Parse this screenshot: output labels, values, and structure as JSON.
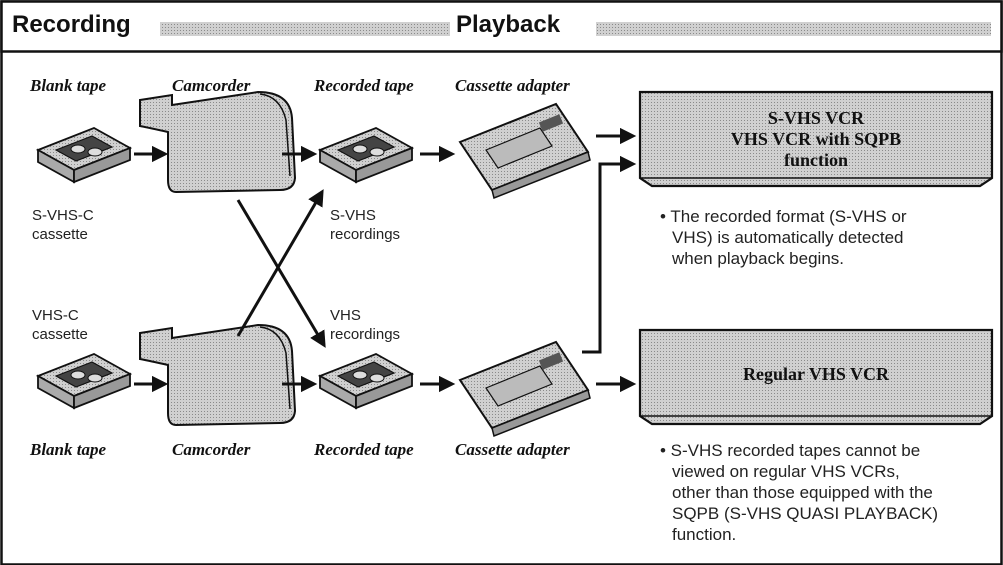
{
  "header": {
    "recording": "Recording",
    "playback": "Playback"
  },
  "top_row": {
    "blank_tape": "Blank tape",
    "camcorder": "Camcorder",
    "recorded_tape": "Recorded tape",
    "cassette_adapter": "Cassette adapter",
    "cassette_caption": [
      "S-VHS-C",
      "cassette"
    ],
    "recordings_caption": [
      "S-VHS",
      "recordings"
    ]
  },
  "bottom_row": {
    "blank_tape": "Blank tape",
    "camcorder": "Camcorder",
    "recorded_tape": "Recorded tape",
    "cassette_adapter": "Cassette adapter",
    "cassette_caption": [
      "VHS-C",
      "cassette"
    ],
    "recordings_caption": [
      "VHS",
      "recordings"
    ]
  },
  "vcr_top": {
    "lines": [
      "S-VHS VCR",
      "VHS VCR with SQPB",
      "function"
    ],
    "note": [
      "• The recorded format (S-VHS or",
      "VHS) is automatically detected",
      "when playback begins."
    ]
  },
  "vcr_bottom": {
    "label": "Regular VHS VCR",
    "note": [
      "• S-VHS recorded tapes cannot be",
      "viewed on regular VHS VCRs,",
      "other than those equipped with the",
      "SQPB (S-VHS QUASI PLAYBACK)",
      "function."
    ]
  },
  "colors": {
    "fill": "#c4c4c4",
    "stroke": "#111111",
    "band": "#bdbdbd"
  }
}
